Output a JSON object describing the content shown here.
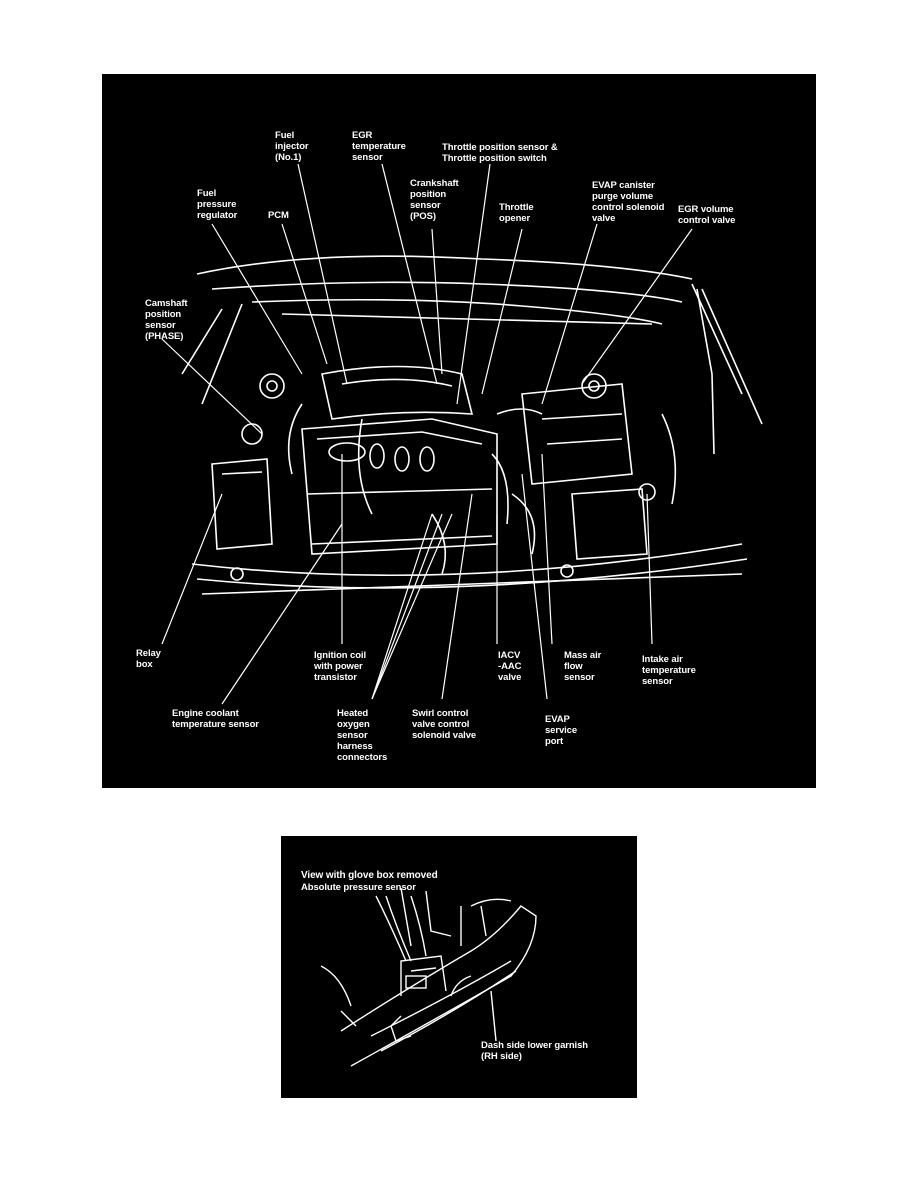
{
  "engine_bay": {
    "labels": {
      "fuel_injector": "Fuel\ninjector\n(No.1)",
      "egr_temp_sensor": "EGR\ntemperature\nsensor",
      "throttle_position_sensor": "Throttle position sensor &\nThrottle position switch",
      "fuel_pressure_regulator": "Fuel\npressure\nregulator",
      "pcm": "PCM",
      "crankshaft_position_sensor": "Crankshaft\nposition\nsensor\n(POS)",
      "throttle_opener": "Throttle\nopener",
      "evap_canister_purge": "EVAP canister\npurge volume\ncontrol solenoid\nvalve",
      "egr_volume_control_valve": "EGR volume\ncontrol valve",
      "camshaft_position_sensor": "Camshaft\nposition\nsensor\n(PHASE)",
      "relay_box": "Relay\nbox",
      "ignition_coil": "Ignition coil\nwith power\ntransistor",
      "iacv_aac_valve": "IACV\n-AAC\nvalve",
      "mass_air_flow_sensor": "Mass air\nflow\nsensor",
      "intake_air_temp_sensor": "Intake air\ntemperature\nsensor",
      "engine_coolant_temp_sensor": "Engine coolant\ntemperature sensor",
      "heated_oxygen_sensor_connectors": "Heated\noxygen\nsensor\nharness\nconnectors",
      "swirl_control_valve": "Swirl control\nvalve control\nsolenoid valve",
      "evap_service_port": "EVAP\nservice\nport"
    }
  },
  "glove_box_view": {
    "title": "View with glove box removed",
    "absolute_pressure_sensor": "Absolute pressure sensor",
    "dash_side_garnish": "Dash side lower garnish\n(RH side)"
  }
}
